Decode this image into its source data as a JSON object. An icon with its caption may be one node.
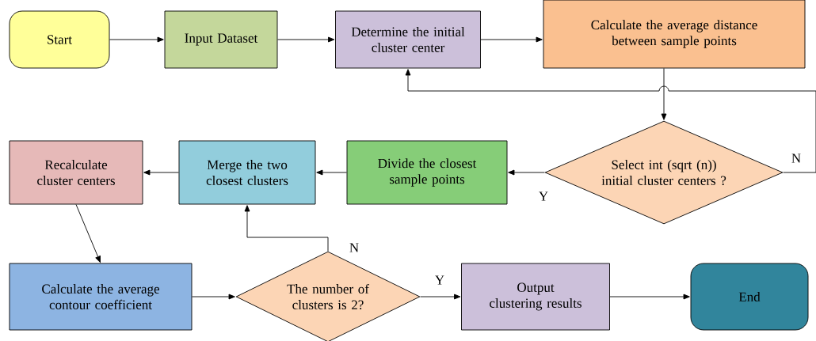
{
  "diagram": {
    "nodes": [
      {
        "text": [
          "Start"
        ]
      },
      {
        "text": [
          "Input Dataset"
        ]
      },
      {
        "text": [
          "Determine the initial cluster center"
        ]
      },
      {
        "text": [
          "Calculate the average distance between sample points"
        ]
      },
      {
        "text": [
          "Select int (sqrt (n)) initial cluster centers ?"
        ]
      },
      {
        "text": [
          "Divide the closest sample points"
        ]
      },
      {
        "text": [
          "Merge the two closest clusters"
        ]
      },
      {
        "text": [
          "Recalculate cluster centers"
        ]
      },
      {
        "text": [
          "Calculate the average contour coefficient"
        ]
      },
      {
        "text": [
          "The number of clusters is 2?"
        ]
      },
      {
        "text": [
          "Output clustering results"
        ]
      },
      {
        "text": [
          "End"
        ]
      }
    ],
    "edges": [
      {
        "from": 0,
        "to": 1,
        "arrow": "to"
      },
      {
        "from": 1,
        "to": 2,
        "arrow": "to"
      },
      {
        "from": 2,
        "to": 3,
        "arrow": "to"
      },
      {
        "from": 3,
        "to": 4,
        "arrow": "to"
      },
      {
        "from": 4,
        "to": 5,
        "arrow": "to",
        "label": "Y"
      },
      {
        "from": 4,
        "to": 2,
        "arrow": "to",
        "label": "N"
      },
      {
        "from": 5,
        "to": 6,
        "arrow": "to"
      },
      {
        "from": 6,
        "to": 7,
        "arrow": "to"
      },
      {
        "from": 7,
        "to": 8,
        "arrow": "to"
      },
      {
        "from": 8,
        "to": 9,
        "arrow": "to"
      },
      {
        "from": 9,
        "to": 10,
        "arrow": "to",
        "label": "Y"
      },
      {
        "from": 9,
        "to": 6,
        "arrow": "to",
        "label": "N"
      },
      {
        "from": 10,
        "to": 11,
        "arrow": "to"
      }
    ]
  }
}
